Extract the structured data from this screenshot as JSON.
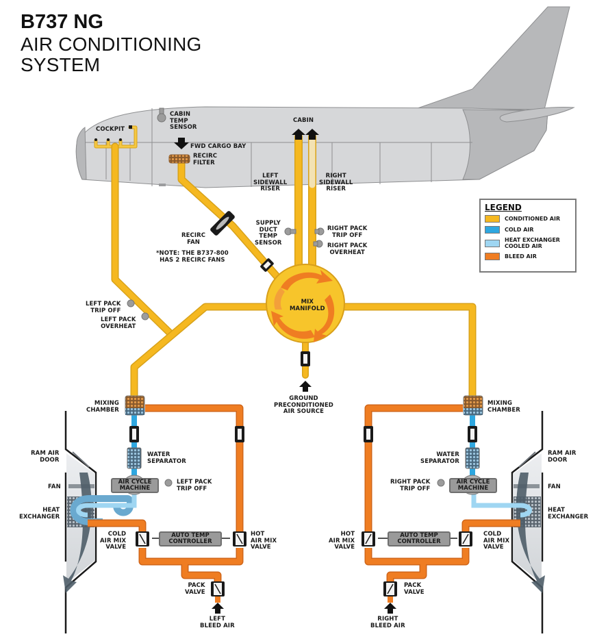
{
  "title": {
    "line1": "B737 NG",
    "line2": "AIR CONDITIONING",
    "line3": "SYSTEM"
  },
  "colors": {
    "conditioned_air": "#f5b820",
    "cold_air": "#2ea7e0",
    "heat_exchanger_cooled_air": "#9fd6f2",
    "bleed_air": "#ef7d22",
    "fuselage": "#d6d7d9",
    "tail": "#b7b8ba",
    "component_gray": "#9a9a9a"
  },
  "legend": {
    "heading": "LEGEND",
    "items": [
      {
        "label": "CONDITIONED AIR",
        "color": "#f5b820"
      },
      {
        "label": "COLD AIR",
        "color": "#2ea7e0"
      },
      {
        "label": "HEAT EXCHANGER\nCOOLED AIR",
        "color": "#9fd6f2"
      },
      {
        "label": "BLEED AIR",
        "color": "#ef7d22"
      }
    ]
  },
  "labels": {
    "cockpit": "COCKPIT",
    "cabin_temp_sensor": "CABIN\nTEMP\nSENSOR",
    "cabin": "CABIN",
    "fwd_cargo_bay": "FWD CARGO BAY",
    "recirc_filter": "RECIRC\nFILTER",
    "left_sidewall_riser": "LEFT\nSIDEWALL\nRISER",
    "right_sidewall_riser": "RIGHT\nSIDEWALL\nRISER",
    "recirc_fan": "RECIRC\nFAN",
    "recirc_note": "*NOTE: THE B737-800\nHAS 2 RECIRC FANS",
    "supply_duct_temp_sensor": "SUPPLY\nDUCT\nTEMP\nSENSOR",
    "right_pack_trip_off_top": "RIGHT PACK\nTRIP OFF",
    "right_pack_overheat": "RIGHT PACK\nOVERHEAT",
    "left_pack_trip_off_top": "LEFT PACK\nTRIP OFF",
    "left_pack_overheat": "LEFT PACK\nOVERHEAT",
    "mix_manifold": "MIX\nMANIFOLD",
    "ground_air_source": "GROUND\nPRECONDITIONED\nAIR SOURCE",
    "left": {
      "mixing_chamber": "MIXING\nCHAMBER",
      "ram_air_door": "RAM AIR\nDOOR",
      "water_separator": "WATER\nSEPARATOR",
      "fan": "FAN",
      "air_cycle_machine": "AIR CYCLE\nMACHINE",
      "pack_trip_off": "LEFT PACK\nTRIP OFF",
      "heat_exchanger": "HEAT\nEXCHANGER",
      "cold_air_mix_valve": "COLD\nAIR MIX\nVALVE",
      "auto_temp_controller": "AUTO TEMP\nCONTROLLER",
      "hot_air_mix_valve": "HOT\nAIR MIX\nVALVE",
      "pack_valve": "PACK\nVALVE",
      "bleed_air": "LEFT\nBLEED AIR"
    },
    "right": {
      "mixing_chamber": "MIXING\nCHAMBER",
      "ram_air_door": "RAM AIR\nDOOR",
      "water_separator": "WATER\nSEPARATOR",
      "fan": "FAN",
      "air_cycle_machine": "AIR CYCLE\nMACHINE",
      "pack_trip_off": "RIGHT PACK\nTRIP OFF",
      "heat_exchanger": "HEAT\nEXCHANGER",
      "cold_air_mix_valve": "COLD\nAIR MIX\nVALVE",
      "auto_temp_controller": "AUTO TEMP\nCONTROLLER",
      "hot_air_mix_valve": "HOT\nAIR MIX\nVALVE",
      "pack_valve": "PACK\nVALVE",
      "bleed_air": "RIGHT\nBLEED AIR"
    }
  }
}
